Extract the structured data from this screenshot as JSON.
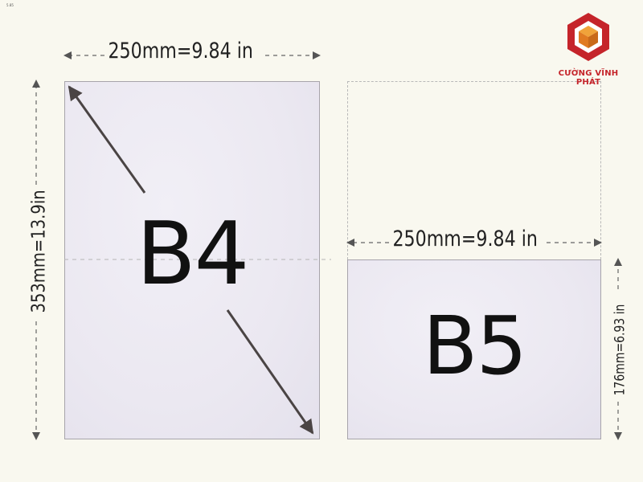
{
  "header": {
    "tiny_mark": "5.85"
  },
  "brand": {
    "name": "CƯỜNG VĨNH PHÁT",
    "icon": "cube-logo-icon",
    "color": "#c5242a",
    "accent": "#e8932a"
  },
  "papers": {
    "b4": {
      "label": "B4",
      "width_label": "250mm=9.84 in",
      "height_label": "353mm=13.9in"
    },
    "b5": {
      "label": "B5",
      "width_label": "250mm=9.84 in",
      "height_label": "176mm=6.93 in"
    }
  },
  "colors": {
    "background": "#f9f8ef",
    "paper": "#ebe8f1",
    "arrow": "#4a4444"
  }
}
